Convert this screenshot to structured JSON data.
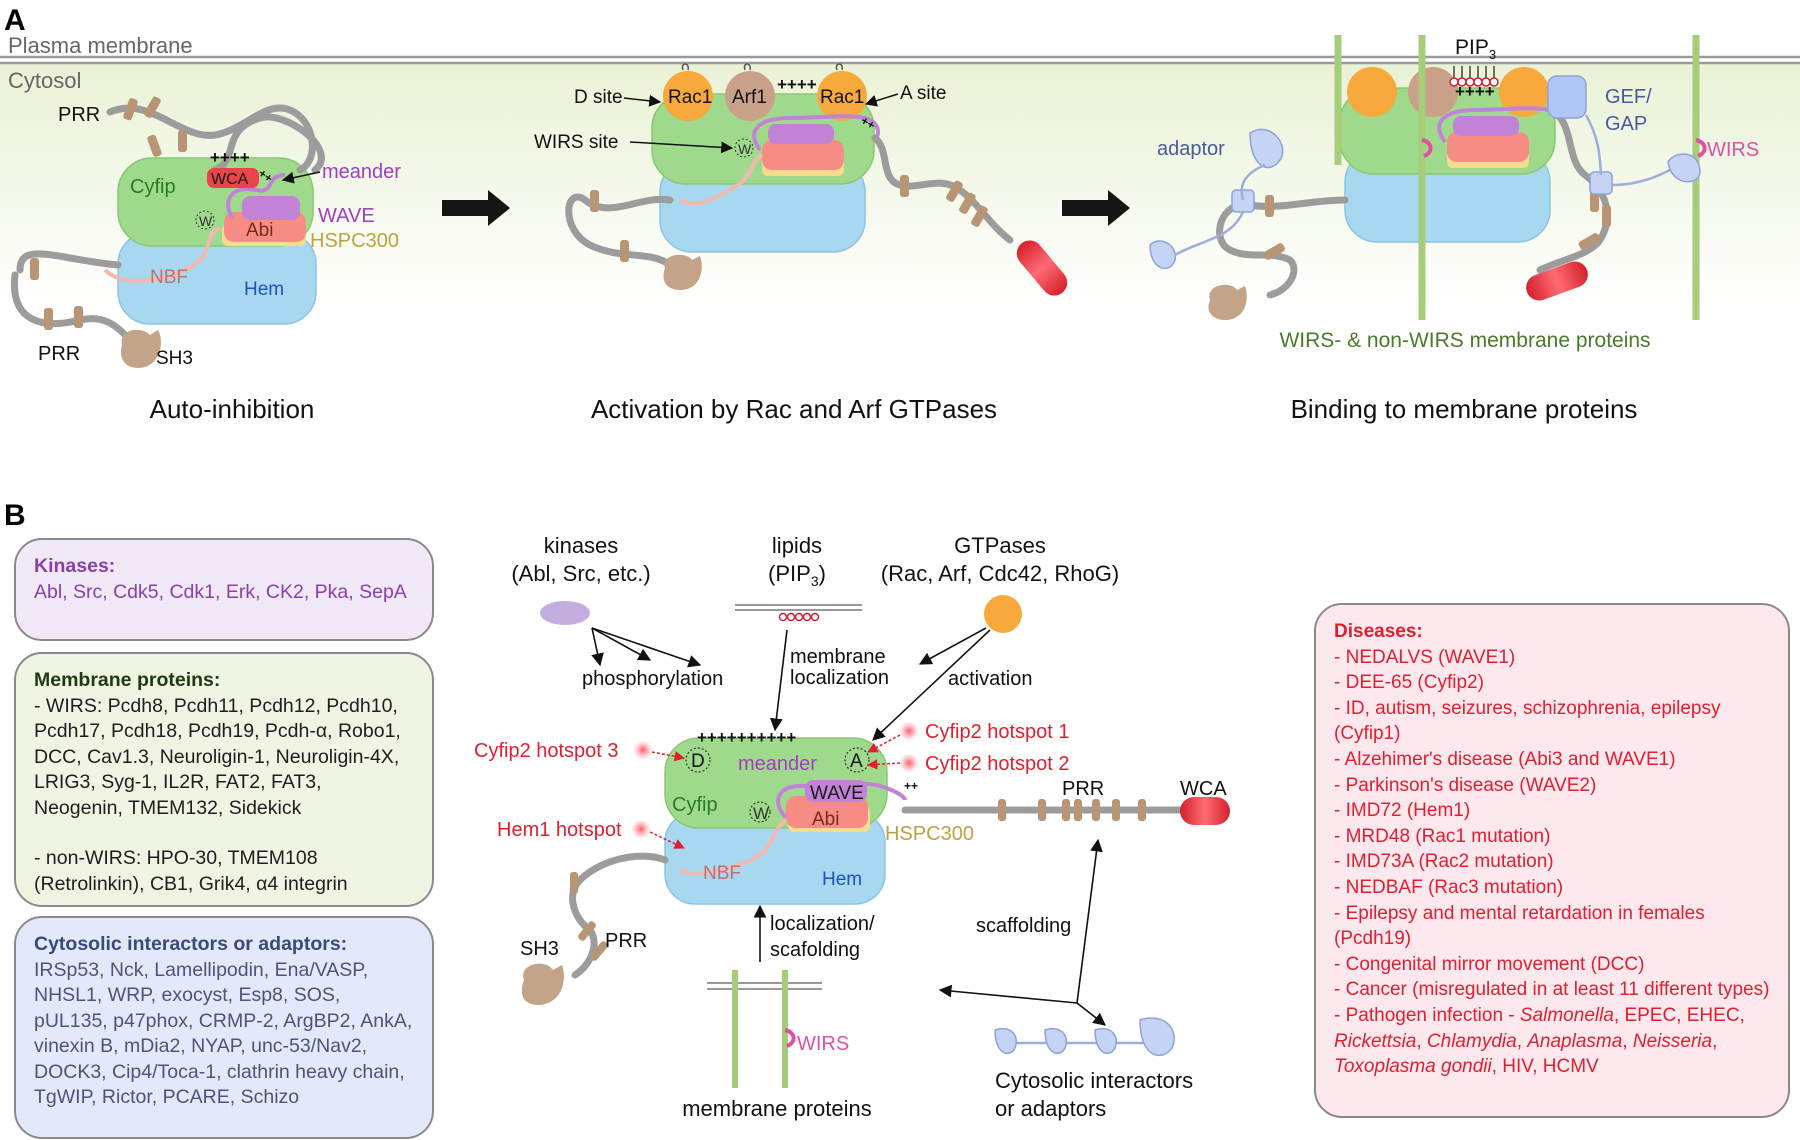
{
  "panel_a": {
    "label": "A",
    "membrane_label": "Plasma membrane",
    "cytosol_label": "Cytosol",
    "step1": {
      "caption": "Auto-inhibition",
      "prr_top": "PRR",
      "prr_bottom": "PRR",
      "sh3": "SH3",
      "plus": "++++",
      "plus_small": "++",
      "cyfip": "Cyfip",
      "wca": "WCA",
      "meander": "meander",
      "wave": "WAVE",
      "abi": "Abi",
      "hspc300": "HSPC300",
      "nbf": "NBF",
      "hem": "Hem",
      "w": "W"
    },
    "step2": {
      "caption": "Activation by Rac and Arf GTPases",
      "d_site": "D site",
      "a_site": "A site",
      "wirs_site": "WIRS site",
      "rac1_left": "Rac1",
      "arf1": "Arf1",
      "rac1_right": "Rac1",
      "plus": "++++",
      "plus_small": "++",
      "w": "W"
    },
    "step3": {
      "caption": "Binding to membrane proteins",
      "pip3": "PIP",
      "pip3_sub": "3",
      "plus": "++++",
      "adaptor": "adaptor",
      "gef_gap_1": "GEF/",
      "gef_gap_2": "GAP",
      "wirs": "WIRS",
      "membrane_proteins": "WIRS- & non-WIRS membrane proteins"
    }
  },
  "panel_b": {
    "label": "B",
    "kinases_box": {
      "heading": "Kinases:",
      "body": "Abl, Src, Cdk5, Cdk1, Erk, CK2, Pka, SepA"
    },
    "membrane_box": {
      "heading": "Membrane proteins:",
      "wirs": "- WIRS: Pcdh8, Pcdh11, Pcdh12, Pcdh10, Pcdh17, Pcdh18, Pcdh19, Pcdh-α, Robo1, DCC, Cav1.3, Neuroligin-1, Neuroligin-4X, LRIG3, Syg-1, IL2R, FAT2, FAT3, Neogenin, TMEM132, Sidekick",
      "non_wirs": "- non-WIRS: HPO-30, TMEM108 (Retrolinkin), CB1, Grik4, α4 integrin"
    },
    "cytosolic_box": {
      "heading": "Cytosolic interactors or adaptors:",
      "body": "IRSp53, Nck, Lamellipodin, Ena/VASP, NHSL1, WRP, exocyst, Esp8, SOS, pUL135, p47phox, CRMP-2, ArgBP2, AnkA, vinexin B, mDia2, NYAP, unc-53/Nav2, DOCK3, Cip4/Toca-1, clathrin heavy chain, TgWIP, Rictor, PCARE, Schizo"
    },
    "diseases_box": {
      "heading": "Diseases:",
      "lines": [
        "- NEDALVS (WAVE1)",
        "- DEE-65 (Cyfip2)",
        "- ID, autism, seizures, schizophrenia, epilepsy (Cyfip1)",
        "- Alzehimer's disease (Abi3 and WAVE1)",
        "- Parkinson's disease (WAVE2)",
        "- IMD72 (Hem1)",
        "- MRD48 (Rac1 mutation)",
        "- IMD73A (Rac2 mutation)",
        "- NEDBAF (Rac3 mutation)",
        "- Epilepsy and mental retardation in females (Pcdh19)",
        "- Congenital mirror movement (DCC)",
        "- Cancer (misregulated in at least 11 different types)"
      ],
      "pathogen_prefix": "- Pathogen infection - ",
      "salmonella": "Salmonella",
      "pathogen_mid1": ", EPEC, EHEC, ",
      "rickettsia": "Rickettsia",
      "sep1": ", ",
      "chlamydia": "Chlamydia",
      "sep2": ", ",
      "anaplasma": "Anaplasma",
      "sep3": ", ",
      "neisseria": "Neisseria",
      "sep4": ", ",
      "toxoplasma": "Toxoplasma gondii",
      "pathogen_end": ", HIV, HCMV"
    },
    "kinases": {
      "title": "kinases",
      "sub": "(Abl, Src, etc.)"
    },
    "lipids": {
      "title": "lipids",
      "sub": "(PIP",
      "sub_sub": "3",
      "close": ")"
    },
    "gtpases": {
      "title": "GTPases",
      "sub": "(Rac, Arf, Cdc42, RhoG)"
    },
    "phosphorylation": "phosphorylation",
    "membrane_localization_1": "membrane",
    "membrane_localization_2": "localization",
    "activation": "activation",
    "plus": "++++++++++",
    "cyfip2_hotspot_1": "Cyfip2 hotspot 1",
    "cyfip2_hotspot_2": "Cyfip2 hotspot 2",
    "cyfip2_hotspot_3": "Cyfip2 hotspot 3",
    "hem1_hotspot": "Hem1 hotspot",
    "d": "D",
    "a": "A",
    "w": "W",
    "meander": "meander",
    "cyfip": "Cyfip",
    "wave": "WAVE",
    "abi": "Abi",
    "hspc300": "HSPC300",
    "nbf": "NBF",
    "hem": "Hem",
    "prr_right": "PRR",
    "wca": "WCA",
    "sh3": "SH3",
    "prr_left": "PRR",
    "localization_1": "localization/",
    "localization_2": "scafolding",
    "scaffolding": "scaffolding",
    "wirs": "WIRS",
    "membrane_proteins": "membrane proteins",
    "cytosolic_1": "Cytosolic interactors",
    "cytosolic_2": "or adaptors"
  }
}
